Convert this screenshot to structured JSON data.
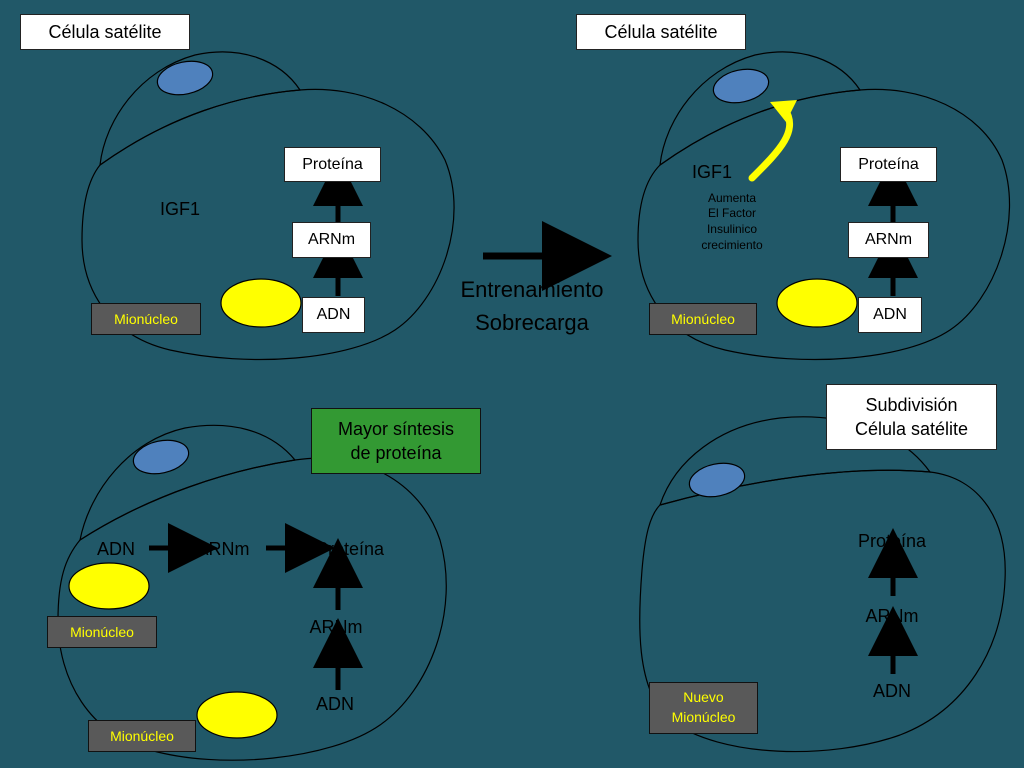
{
  "colors": {
    "background": "#215868",
    "satellite_cell": "#4f81bd",
    "nucleus": "#ffff00",
    "arrow": "#000000",
    "highlight_arrow": "#ffff00",
    "label_gray": "#595959",
    "label_green": "#339933"
  },
  "panel1": {
    "title": "Célula satélite",
    "igf": "IGF1",
    "protein": "Proteína",
    "mrna": "ARNm",
    "dna": "ADN",
    "myonucleus": "Mionúcleo"
  },
  "center": {
    "line1": "Entrenamiento",
    "line2": "Sobrecarga"
  },
  "panel2": {
    "title": "Célula satélite",
    "igf": "IGF1",
    "igf_note": "Aumenta\nEl Factor\nInsulinico\ncrecimiento",
    "protein": "Proteína",
    "mrna": "ARNm",
    "dna": "ADN",
    "myonucleus": "Mionúcleo"
  },
  "panel3": {
    "title": "Mayor síntesis\nde proteína",
    "dna_row": "ADN",
    "mrna_row": "ARNm",
    "protein": "Proteína",
    "mrna_col": "ARNm",
    "dna_col": "ADN",
    "myonucleus_1": "Mionúcleo",
    "myonucleus_2": "Mionúcleo"
  },
  "panel4": {
    "title": "Subdivisión\nCélula satélite",
    "protein": "Proteína",
    "mrna": "ARNm",
    "dna": "ADN",
    "new_myonucleus": "Nuevo\nMionúcleo"
  }
}
